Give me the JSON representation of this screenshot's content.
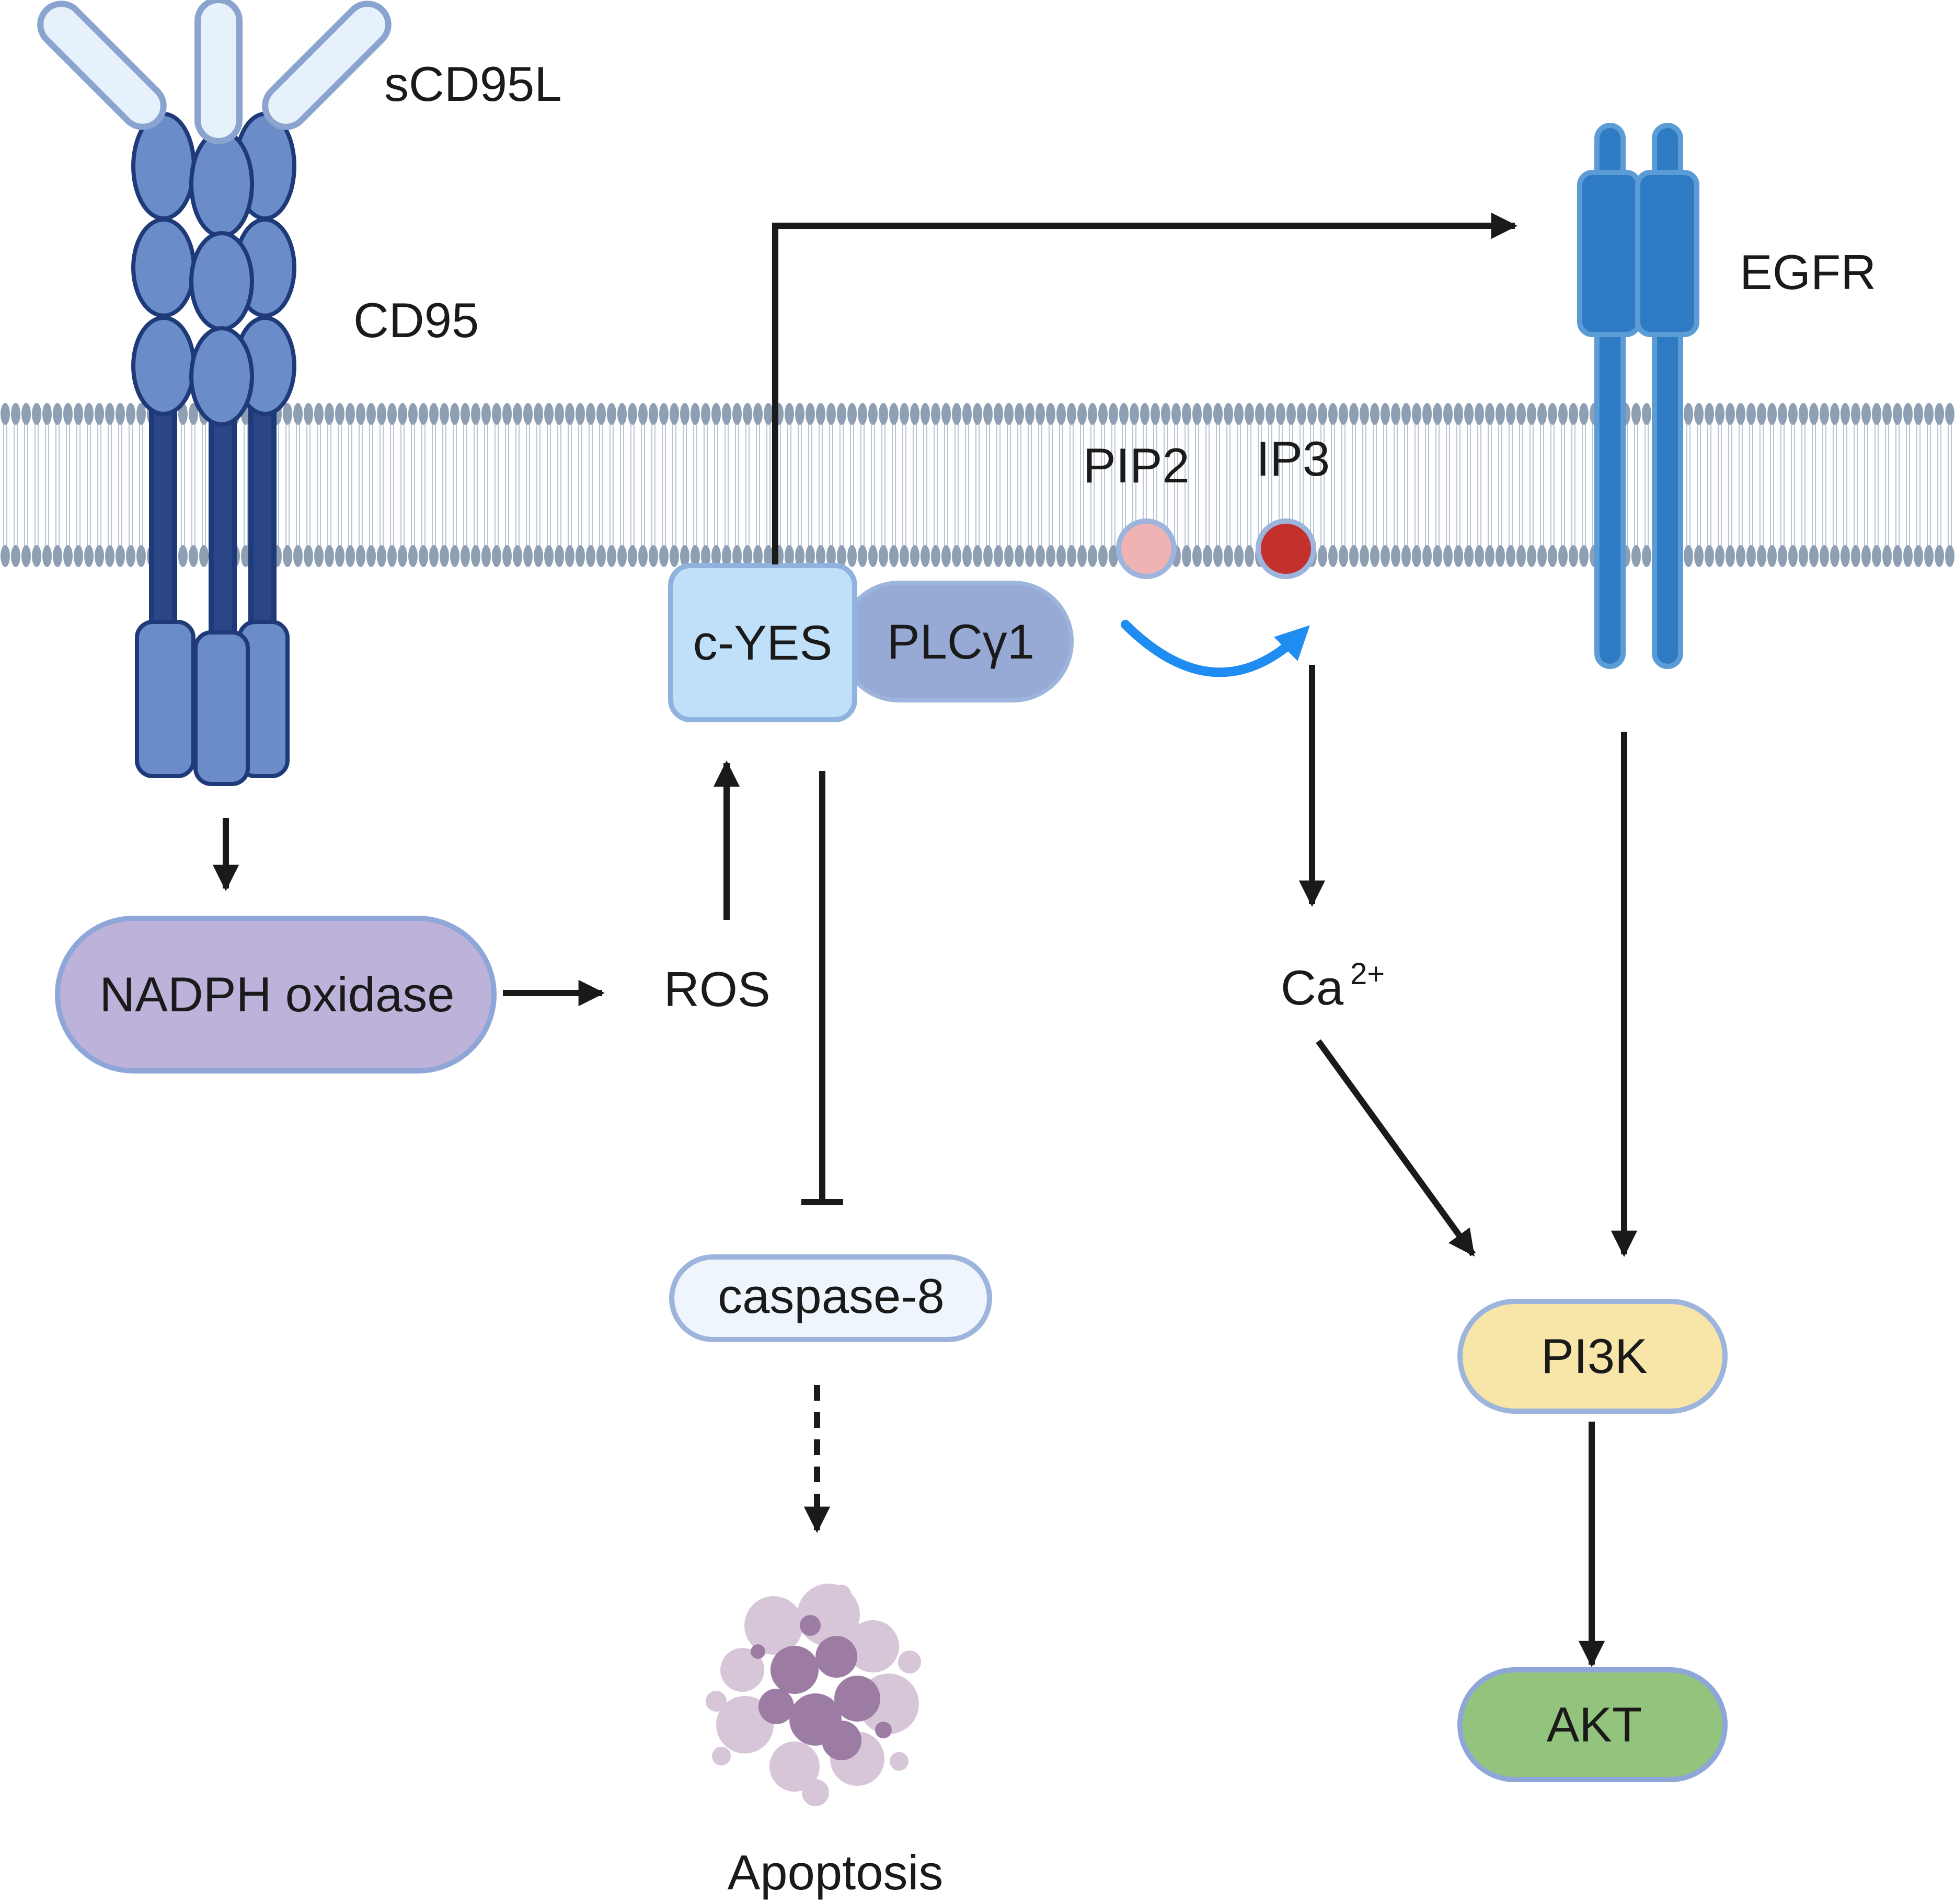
{
  "labels": {
    "scd95l": "sCD95L",
    "cd95": "CD95",
    "egfr": "EGFR",
    "pip2": "PIP2",
    "ip3": "IP3",
    "c_yes": "c-YES",
    "plcg1": "PLCγ1",
    "nadph_oxidase": "NADPH oxidase",
    "ros": "ROS",
    "ca_base": "Ca",
    "ca_sup": "2+",
    "caspase8": "caspase-8",
    "apoptosis": "Apoptosis",
    "pi3k": "PI3K",
    "akt": "AKT"
  },
  "colors": {
    "membrane_head": "#8e9fb3",
    "membrane_tail": "#b8c5d3",
    "cd95_fill": "#6a8cc8",
    "cd95_stroke": "#1f3a78",
    "ligand_fill": "#e7f1fb",
    "ligand_stroke": "#8aa4cf",
    "egfr_fill": "#2e7bc4",
    "egfr_stroke": "#5b9bd6",
    "c_yes_fill": "#bfe0f8",
    "c_yes_stroke": "#8fb2de",
    "plcg1_fill": "#97aad6",
    "nadph_fill": "#bcb2da",
    "nadph_stroke": "#8ea7d8",
    "caspase_fill": "#eef5fd",
    "caspase_stroke": "#9db4dc",
    "pi3k_fill": "#f8e6a8",
    "pi3k_stroke": "#9db4dc",
    "akt_fill": "#93c47d",
    "akt_stroke": "#8ea7d8",
    "pip2_fill": "#f0b3b3",
    "ip3_fill": "#c4302b",
    "blue_arrow": "#1e8cf0",
    "arrow": "#1a1a1a",
    "apoptosis_light": "#d7c6d8",
    "apoptosis_dark": "#9c7ca3"
  }
}
